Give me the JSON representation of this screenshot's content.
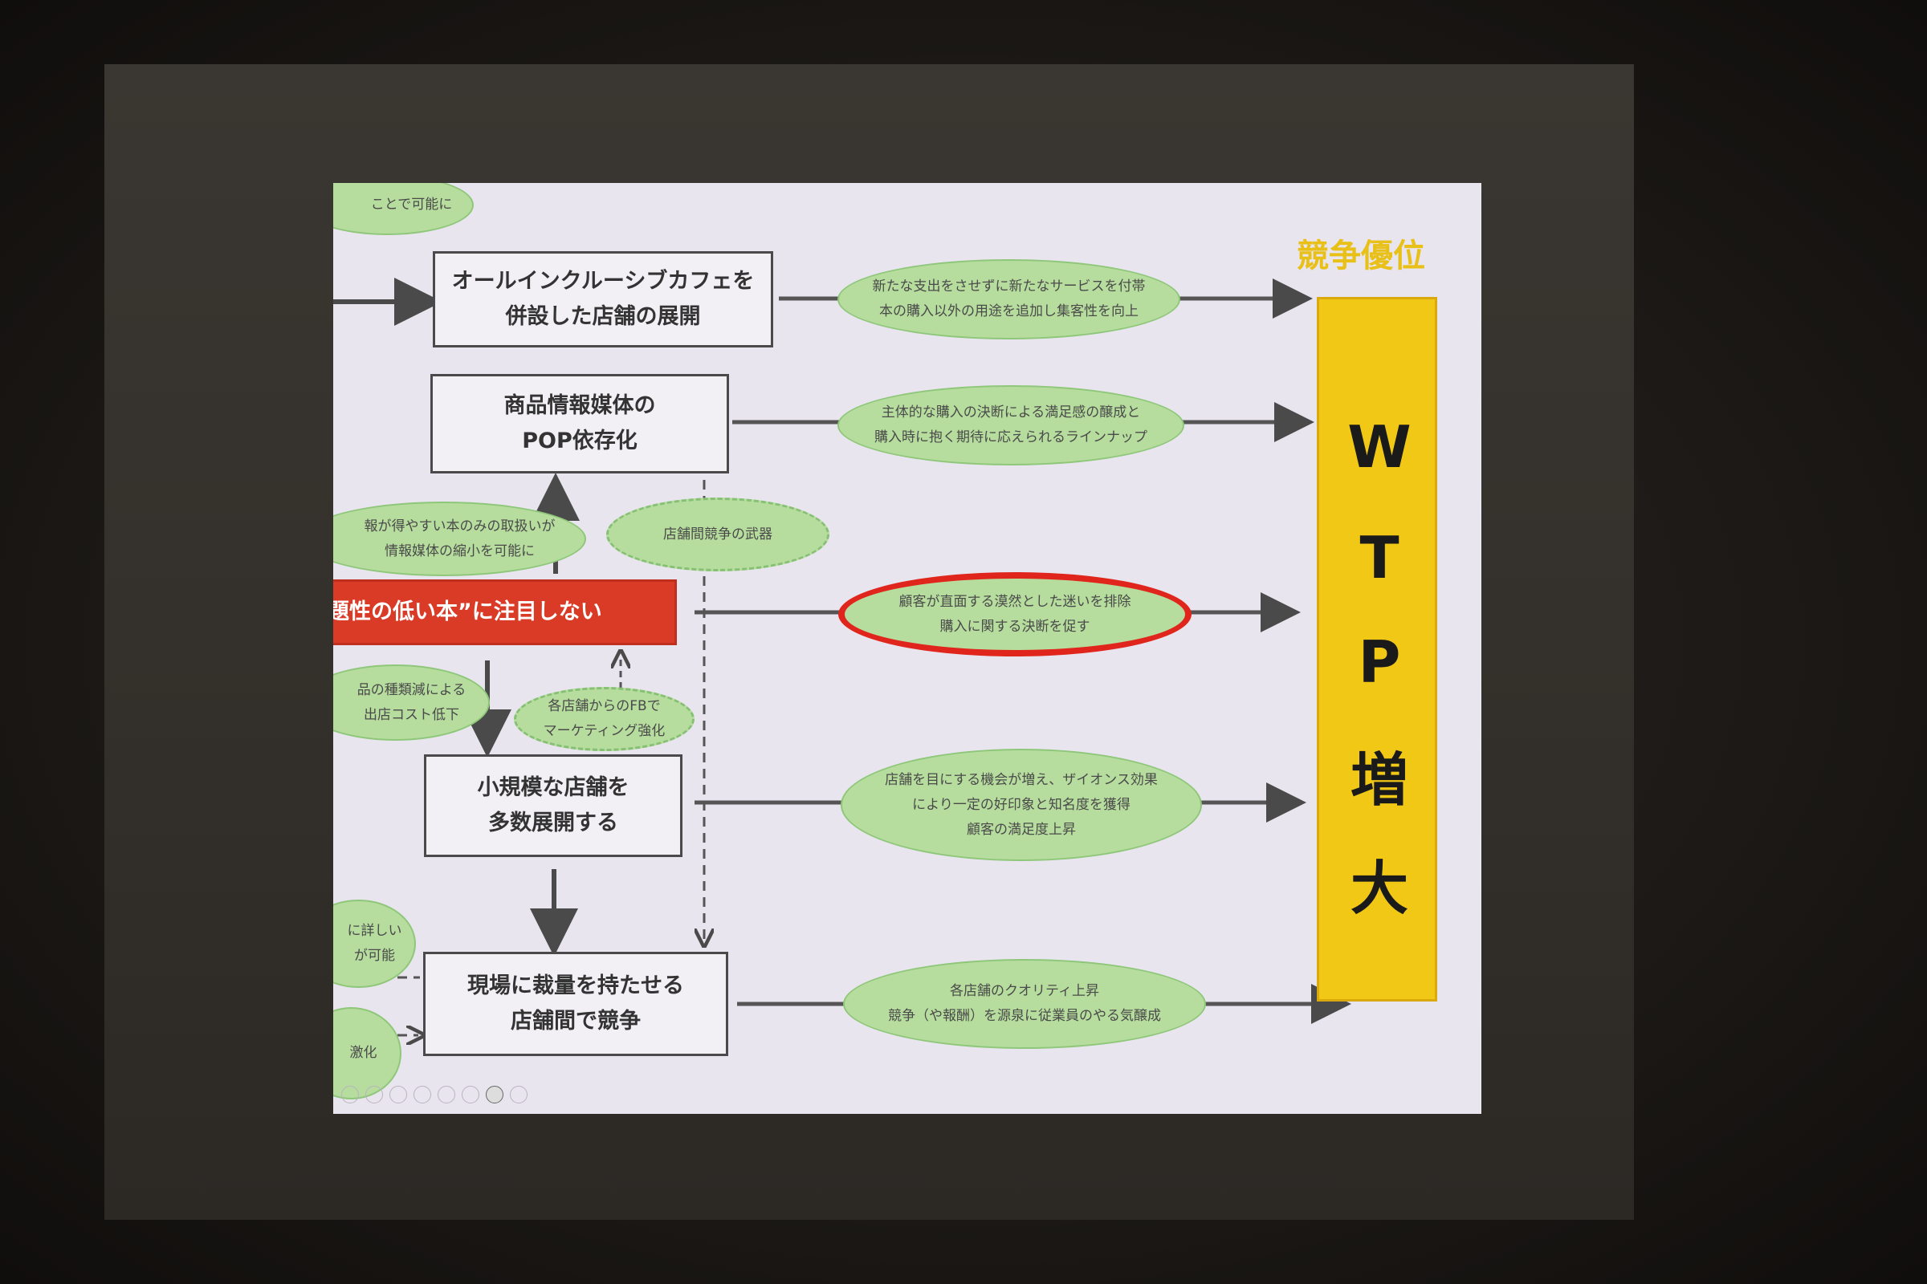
{
  "title": "競争優位",
  "nodes": {
    "cafe": "オールインクルーシブカフェを\n併設した店舗の展開",
    "pop": "商品情報媒体の\nPOP依存化",
    "focus": "題性の低い本”に注目しない",
    "small": "小規模な店舗を\n多数展開する",
    "field": "現場に裁量を持たせる\n店舗間で競争"
  },
  "effects": {
    "e1": "新たな支出をさせずに新たなサービスを付帯\n本の購入以外の用途を追加し集客性を向上",
    "e2": "主体的な購入の決断による満足感の醸成と\n購入時に抱く期待に応えられるラインナップ",
    "e3": "顧客が直面する漠然とした迷いを排除\n購入に関する決断を促す",
    "e4": "店舗を目にする機会が増え、ザイオンス効果\nにより一定の好印象と知名度を獲得\n顧客の満足度上昇",
    "e5": "各店舗のクオリティ上昇\n競争（や報酬）を源泉に従業員のやる気醸成"
  },
  "side": {
    "top_partial": "ことで可能に",
    "info_reduce": "報が得やすい本のみの取扱いが\n情報媒体の縮小を可能に",
    "weapon": "店舗間競争の武器",
    "cost": "品の種類減による\n出店コスト低下",
    "fb": "各店舗からのFBで\nマーケティング強化",
    "detail_partial": "に詳しい\nが可能",
    "activate_partial": "激化"
  },
  "wtp": [
    "W",
    "T",
    "P",
    "増",
    "大"
  ],
  "colors": {
    "accent_yellow": "#f2c817",
    "node_red": "#d93b26",
    "ellipse_green": "#b6dd9e",
    "highlight_red": "#e0261c"
  }
}
